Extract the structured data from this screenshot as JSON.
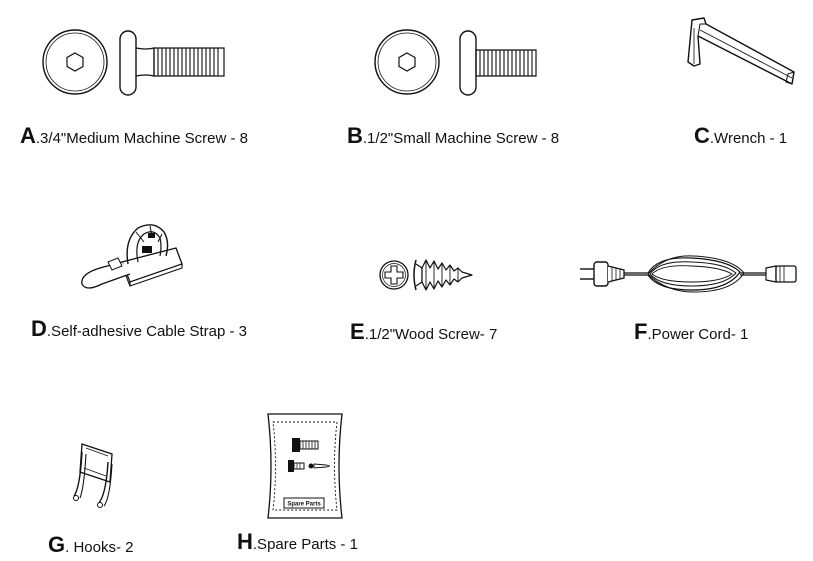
{
  "parts": [
    {
      "letter": "A",
      "label": ".3/4\"Medium Machine Screw  - 8",
      "icon": "medium-machine-screw-icon"
    },
    {
      "letter": "B",
      "label": ".1/2\"Small Machine Screw - 8",
      "icon": "small-machine-screw-icon"
    },
    {
      "letter": "C",
      "label": ".Wrench - 1",
      "icon": "hex-wrench-icon"
    },
    {
      "letter": "D",
      "label": ".Self-adhesive Cable Strap - 3",
      "icon": "cable-strap-icon"
    },
    {
      "letter": "E",
      "label": ".1/2\"Wood Screw- 7",
      "icon": "wood-screw-icon"
    },
    {
      "letter": "F",
      "label": ".Power Cord- 1",
      "icon": "power-cord-icon"
    },
    {
      "letter": "G",
      "label": ". Hooks- 2",
      "icon": "hook-icon"
    },
    {
      "letter": "H",
      "label": ".Spare Parts - 1",
      "icon": "spare-parts-bag-icon"
    }
  ],
  "spare_bag_label": "Spare Parts"
}
